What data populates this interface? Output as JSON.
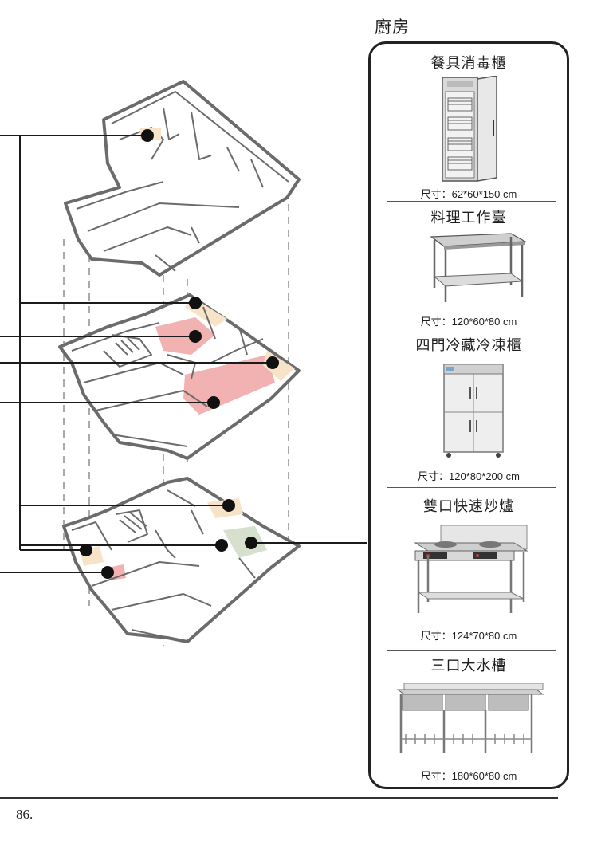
{
  "section_title": "廚房",
  "items": [
    {
      "name": "餐具消毒櫃",
      "size": "尺寸：62*60*150 cm",
      "icon": "sterilizer-cabinet-icon"
    },
    {
      "name": "料理工作臺",
      "size": "尺寸：120*60*80 cm",
      "icon": "work-table-icon"
    },
    {
      "name": "四門冷藏冷凍櫃",
      "size": "尺寸：120*80*200 cm",
      "icon": "four-door-fridge-icon"
    },
    {
      "name": "雙口快速炒爐",
      "size": "尺寸：124*70*80 cm",
      "icon": "double-burner-stove-icon"
    },
    {
      "name": "三口大水槽",
      "size": "尺寸：180*60*80 cm",
      "icon": "triple-sink-icon"
    }
  ],
  "page_number": "86.",
  "colors": {
    "wall": "#6b6b6b",
    "marker": "#111111",
    "highlight_pink": "#f2b2b2",
    "highlight_beige": "#f6e3c8",
    "highlight_green": "#d7e0cf"
  }
}
